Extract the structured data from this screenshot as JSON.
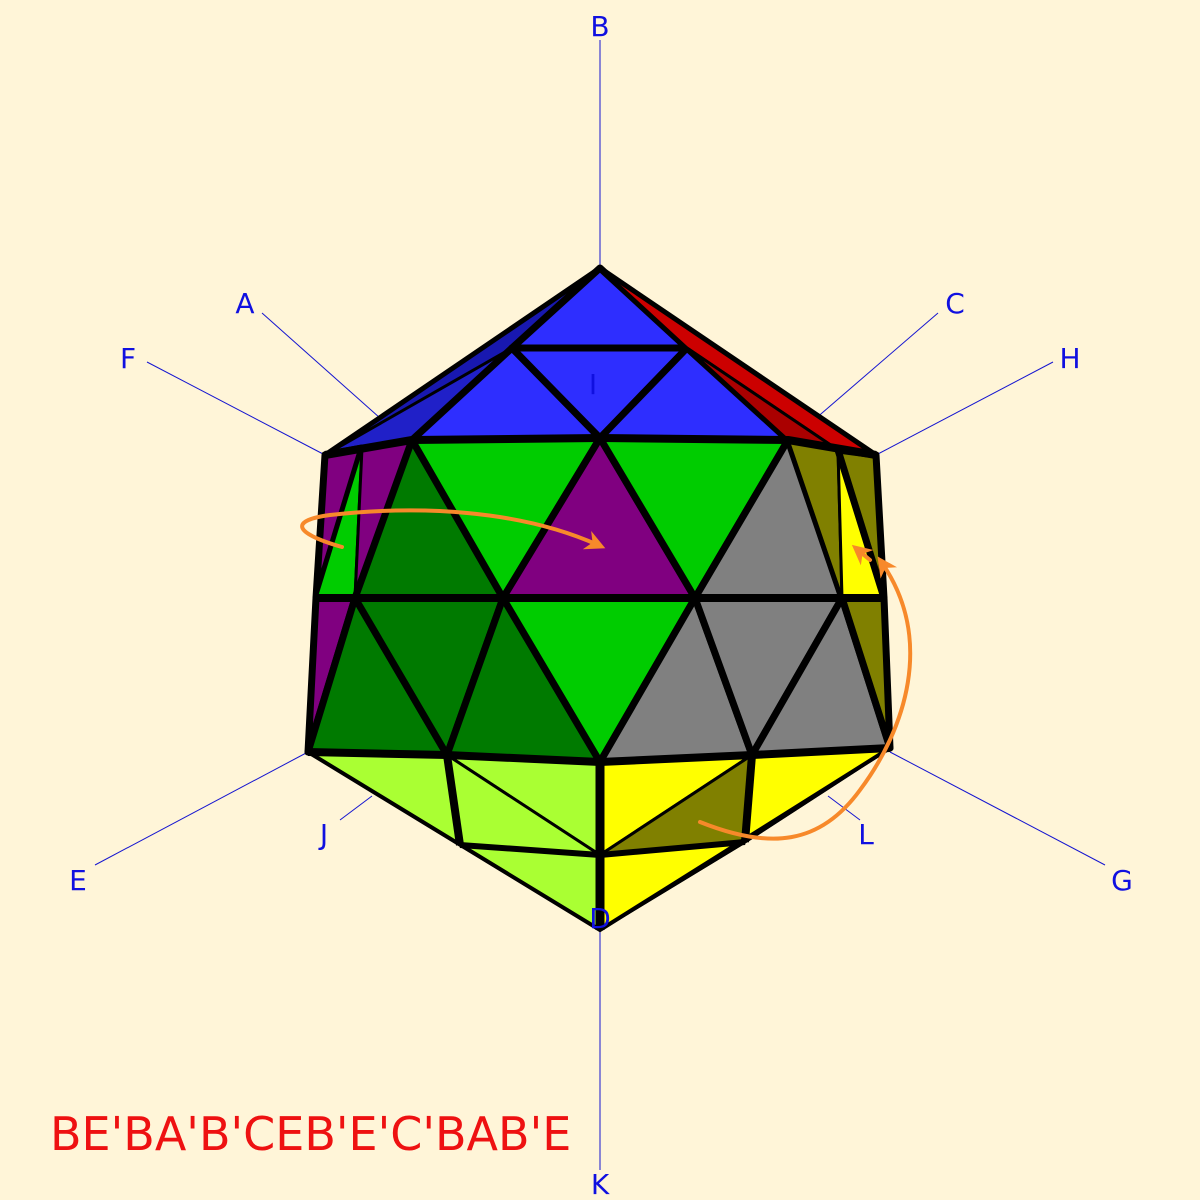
{
  "axes": {
    "labels": [
      "A",
      "B",
      "C",
      "D",
      "E",
      "F",
      "G",
      "H",
      "I",
      "J",
      "K",
      "L"
    ],
    "line_color": "#1515D0",
    "label_color": "#1010E0"
  },
  "move_sequence": "BE'BA'B'CEB'E'C'BAB'E",
  "colors": {
    "background": "#FFF5D8",
    "blue": "#2E2EFF",
    "dark_blue": "#1818B0",
    "red": "#CC0000",
    "green": "#00CC00",
    "dark_green": "#007A00",
    "purple": "#800080",
    "gray": "#808080",
    "olive": "#808000",
    "yellow": "#FFFF00",
    "lime": "#AAFF33",
    "arrow": "#F7892A"
  }
}
